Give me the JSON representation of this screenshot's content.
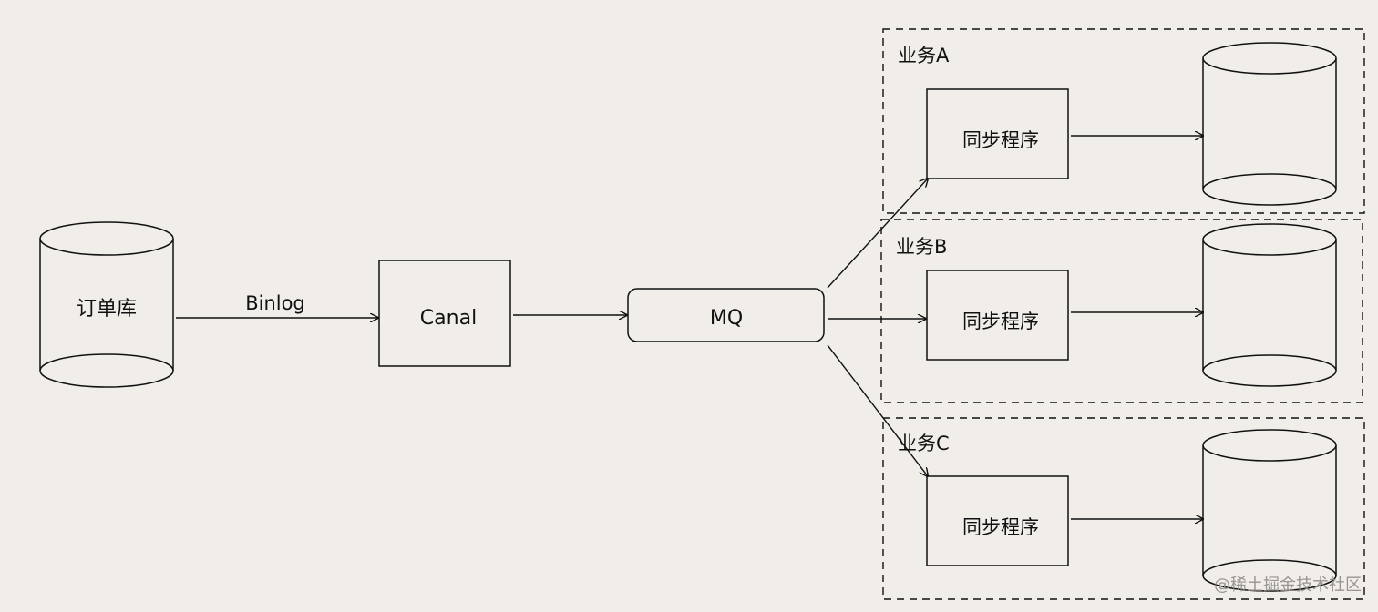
{
  "diagram": {
    "source_db_label": "订单库",
    "binlog_label": "Binlog",
    "canal_label": "Canal",
    "mq_label": "MQ",
    "groups": [
      {
        "title": "业务A",
        "program_label": "同步程序"
      },
      {
        "title": "业务B",
        "program_label": "同步程序"
      },
      {
        "title": "业务C",
        "program_label": "同步程序"
      }
    ]
  },
  "watermark": {
    "text": "@稀土掘金技术社区"
  }
}
